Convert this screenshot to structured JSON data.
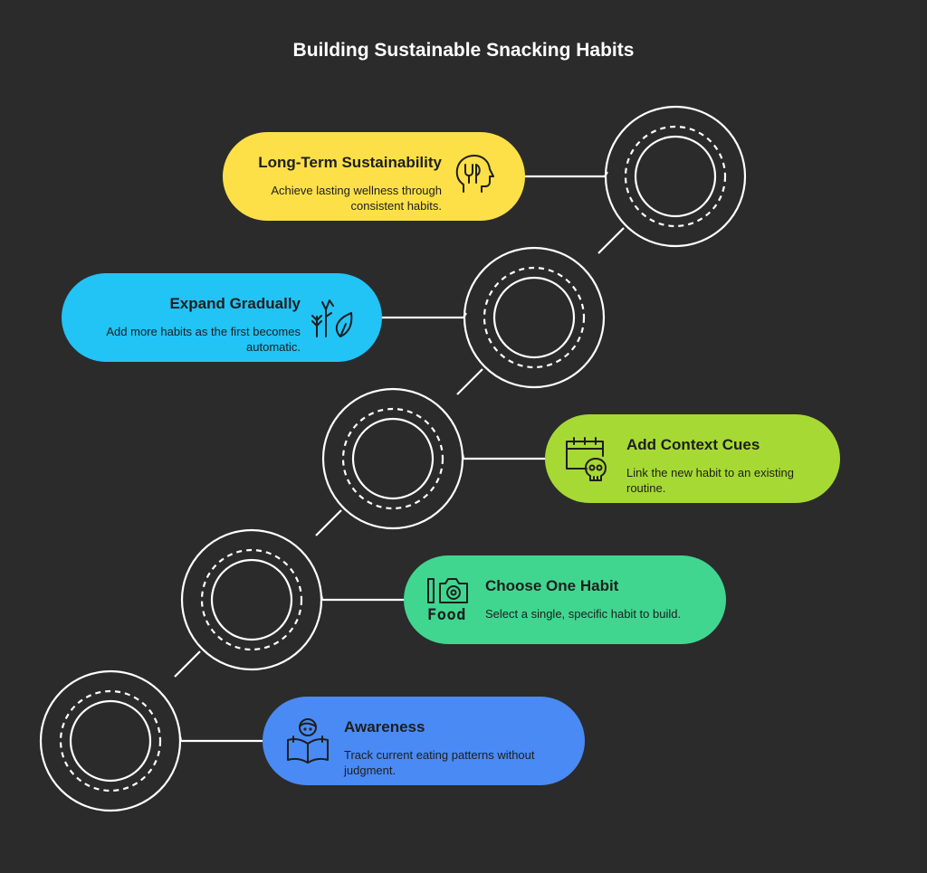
{
  "title": "Building Sustainable Snacking Habits",
  "steps": [
    {
      "heading": "Long-Term Sustainability",
      "description": "Achieve lasting wellness through consistent habits.",
      "color": "#fde047",
      "icon": "head-fork-icon"
    },
    {
      "heading": "Expand Gradually",
      "description": "Add more habits as the first becomes automatic.",
      "color": "#22c3f5",
      "icon": "plant-growth-icon"
    },
    {
      "heading": "Add Context Cues",
      "description": "Link the new habit to an existing routine.",
      "color": "#a6d934",
      "icon": "calendar-skull-icon"
    },
    {
      "heading": "Choose One Habit",
      "description": "Select a single, specific habit to build.",
      "color": "#41d690",
      "icon": "camera-food-icon",
      "icon_text": "Food"
    },
    {
      "heading": "Awareness",
      "description": "Track current eating patterns without judgment.",
      "color": "#4a8af4",
      "icon": "person-reading-icon"
    }
  ]
}
